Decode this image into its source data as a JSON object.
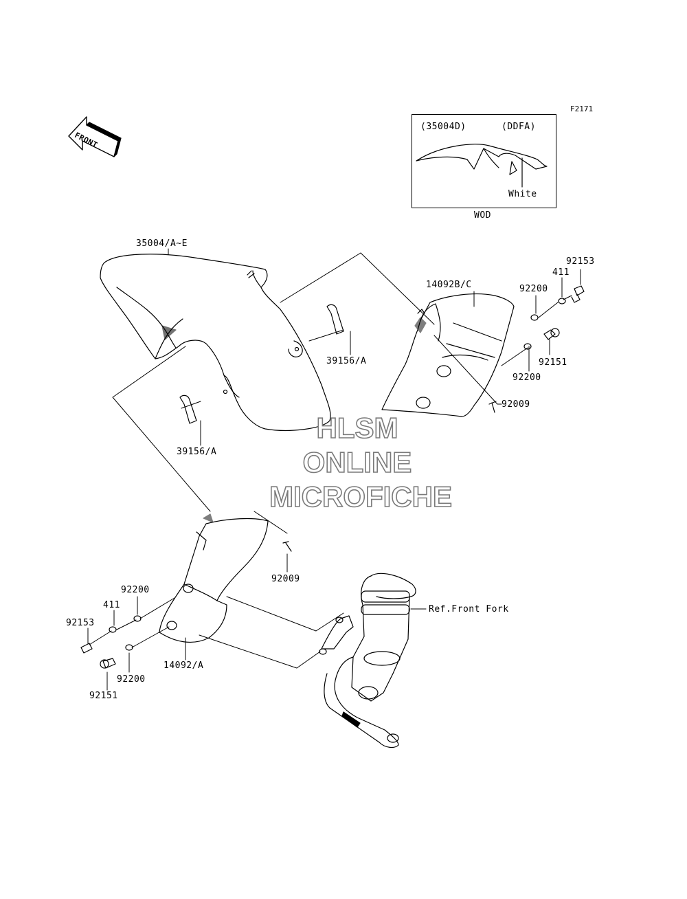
{
  "figure_code": "F2171",
  "front_arrow_text": "FRONT",
  "inset": {
    "code_left": "(35004D)",
    "code_right": "(DDFA)",
    "color_note": "White",
    "caption": "WOD"
  },
  "part_labels": {
    "fender": "35004/A~E",
    "rear_cover": "14092B/C",
    "bracket_upper": "39156/A",
    "bracket_lower": "39156/A",
    "screw_upper": "92009",
    "screw_lower": "92009",
    "washer_r1": "92200",
    "washer_r2": "92200",
    "washer_l1": "92200",
    "washer_l2": "92200",
    "collar_r": "411",
    "collar_l": "411",
    "bolt_r1": "92153",
    "bolt_r2": "92151",
    "bolt_l1": "92153",
    "bolt_l2": "92151",
    "front_cover": "14092/A",
    "ref_fork": "Ref.Front Fork"
  },
  "watermark": {
    "line1": "HLSM",
    "line2": "ONLINE",
    "line3": "MICROFICHE"
  }
}
